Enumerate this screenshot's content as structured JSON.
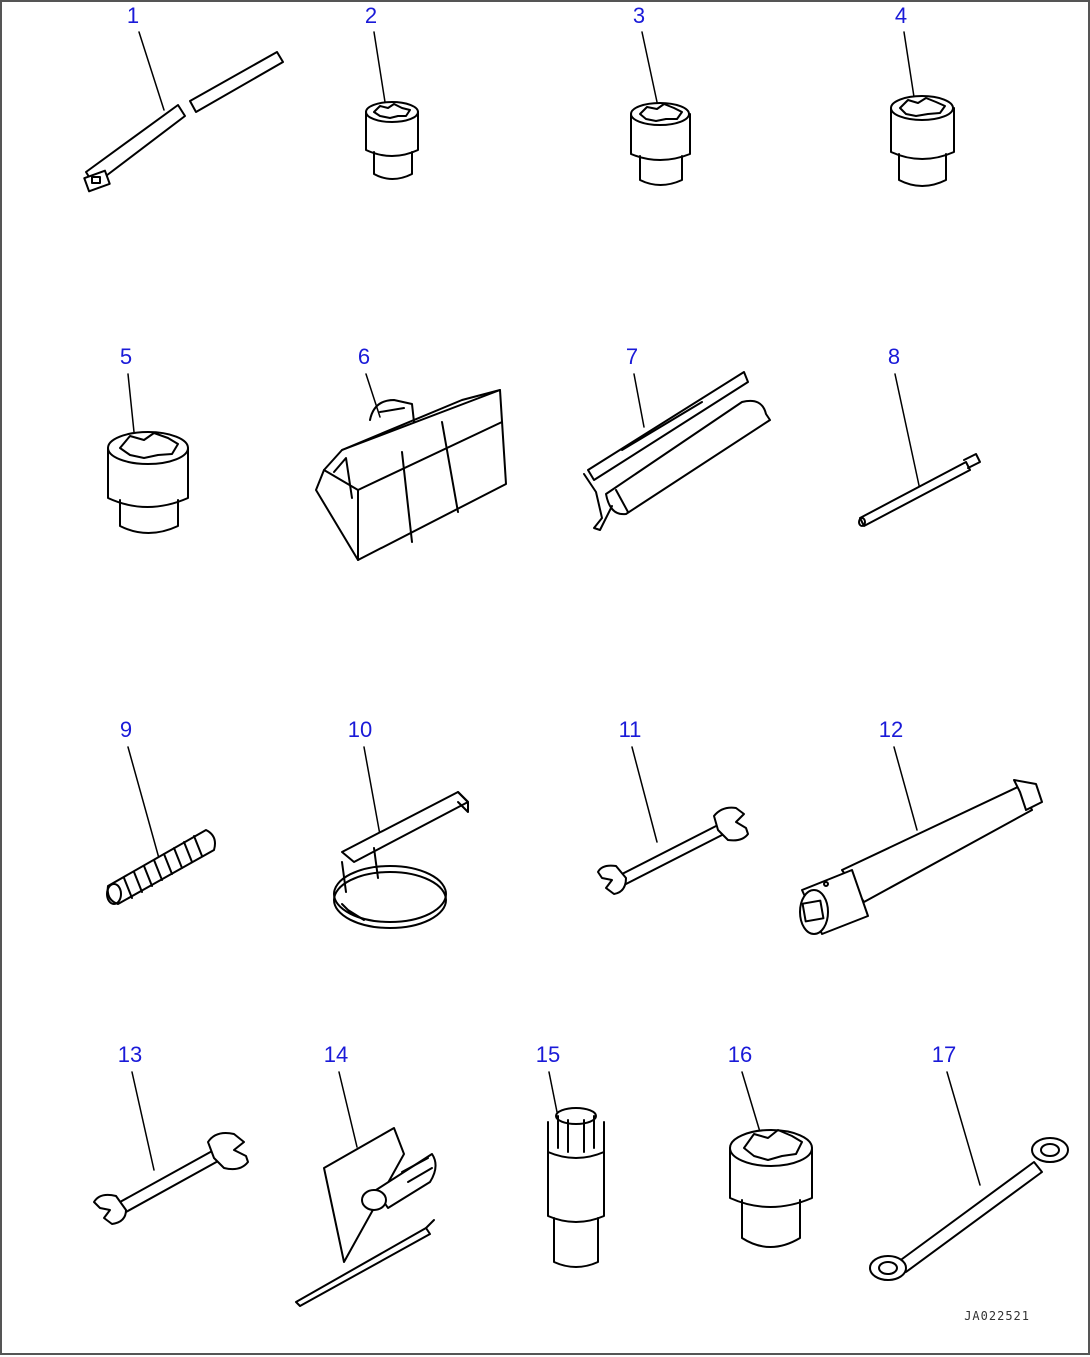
{
  "diagram": {
    "parts": [
      {
        "number": "1",
        "icon": "ratchet-handle-icon"
      },
      {
        "number": "2",
        "icon": "socket-icon"
      },
      {
        "number": "3",
        "icon": "socket-icon"
      },
      {
        "number": "4",
        "icon": "socket-icon"
      },
      {
        "number": "5",
        "icon": "socket-icon"
      },
      {
        "number": "6",
        "icon": "tool-bag-icon"
      },
      {
        "number": "7",
        "icon": "grease-gun-icon"
      },
      {
        "number": "8",
        "icon": "bar-icon"
      },
      {
        "number": "9",
        "icon": "bolt-icon"
      },
      {
        "number": "10",
        "icon": "filter-wrench-icon"
      },
      {
        "number": "11",
        "icon": "open-end-wrench-icon"
      },
      {
        "number": "12",
        "icon": "extension-bar-icon"
      },
      {
        "number": "13",
        "icon": "open-end-wrench-icon"
      },
      {
        "number": "14",
        "icon": "screwdriver-icon"
      },
      {
        "number": "15",
        "icon": "socket-adapter-icon"
      },
      {
        "number": "16",
        "icon": "socket-icon"
      },
      {
        "number": "17",
        "icon": "box-wrench-icon"
      }
    ],
    "drawing_code": "JA022521",
    "colors": {
      "callout": "#1a1ad8",
      "line": "#000000",
      "border": "#555555"
    }
  }
}
